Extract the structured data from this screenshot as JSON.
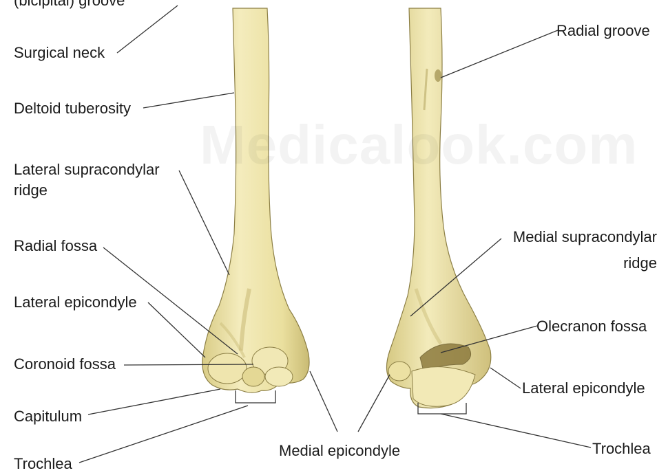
{
  "watermark": "Medicalook.com",
  "labels": {
    "bicipital_groove": "(bicipital) groove",
    "surgical_neck": "Surgical neck",
    "deltoid_tuberosity": "Deltoid tuberosity",
    "lateral_supracondylar_1": "Lateral supracondylar",
    "lateral_supracondylar_2": "ridge",
    "radial_fossa": "Radial fossa",
    "lateral_epicondyle_left": "Lateral epicondyle",
    "coronoid_fossa": "Coronoid fossa",
    "capitulum": "Capitulum",
    "trochlea_left": "Trochlea",
    "medial_epicondyle": "Medial epicondyle",
    "radial_groove": "Radial groove",
    "medial_supracondylar_1": "Medial supracondylar",
    "medial_supracondylar_2": "ridge",
    "olecranon_fossa": "Olecranon fossa",
    "lateral_epicondyle_right": "Lateral epicondyle",
    "trochlea_right": "Trochlea"
  },
  "colors": {
    "bone_fill": "#ede3a6",
    "bone_shadow": "#cbbd7a",
    "bone_outline": "#8c7f45",
    "leader_line": "#333333"
  }
}
